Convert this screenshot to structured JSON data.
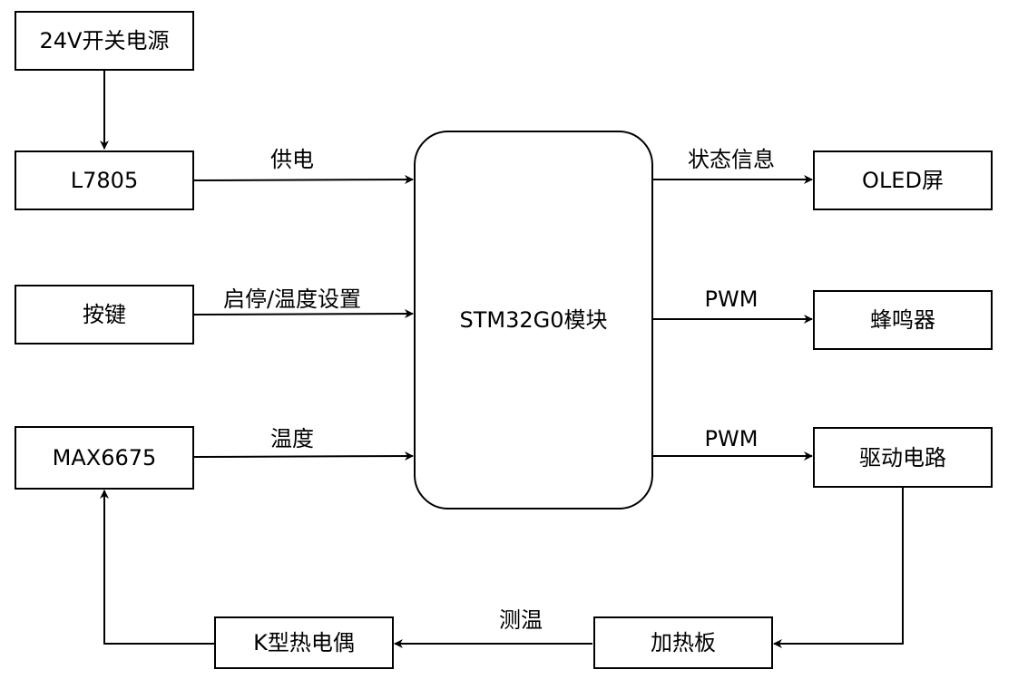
{
  "blocks": {
    "psu": "24V开关电源",
    "l7805": "L7805",
    "keys": "按键",
    "max6675": "MAX6675",
    "mcu": "STM32G0模块",
    "oled": "OLED屏",
    "buzzer": "蜂鸣器",
    "driver": "驱动电路",
    "heater": "加热板",
    "thermocouple": "K型热电偶"
  },
  "edges": {
    "power": "供电",
    "settings": "启停/温度设置",
    "temperature": "温度",
    "status": "状态信息",
    "pwm_buzzer": "PWM",
    "pwm_driver": "PWM",
    "sensing": "测温"
  }
}
